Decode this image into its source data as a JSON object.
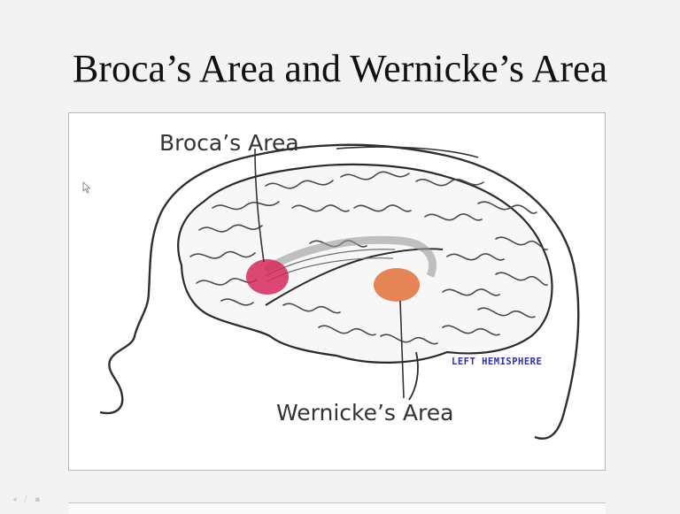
{
  "slide": {
    "title": "Broca’s Area and Wernicke’s Area"
  },
  "diagram": {
    "broca_label": "Broca’s Area",
    "wernicke_label": "Wernicke’s Area",
    "hemisphere_label": "LEFT HEMISPHERE",
    "colors": {
      "broca_region": "#d4285a",
      "wernicke_region": "#e0662a",
      "hemisphere_text": "#2d2db0",
      "outline": "#333333"
    }
  },
  "footer": {
    "nav_glyphs": "◂ ∕ ▪"
  }
}
